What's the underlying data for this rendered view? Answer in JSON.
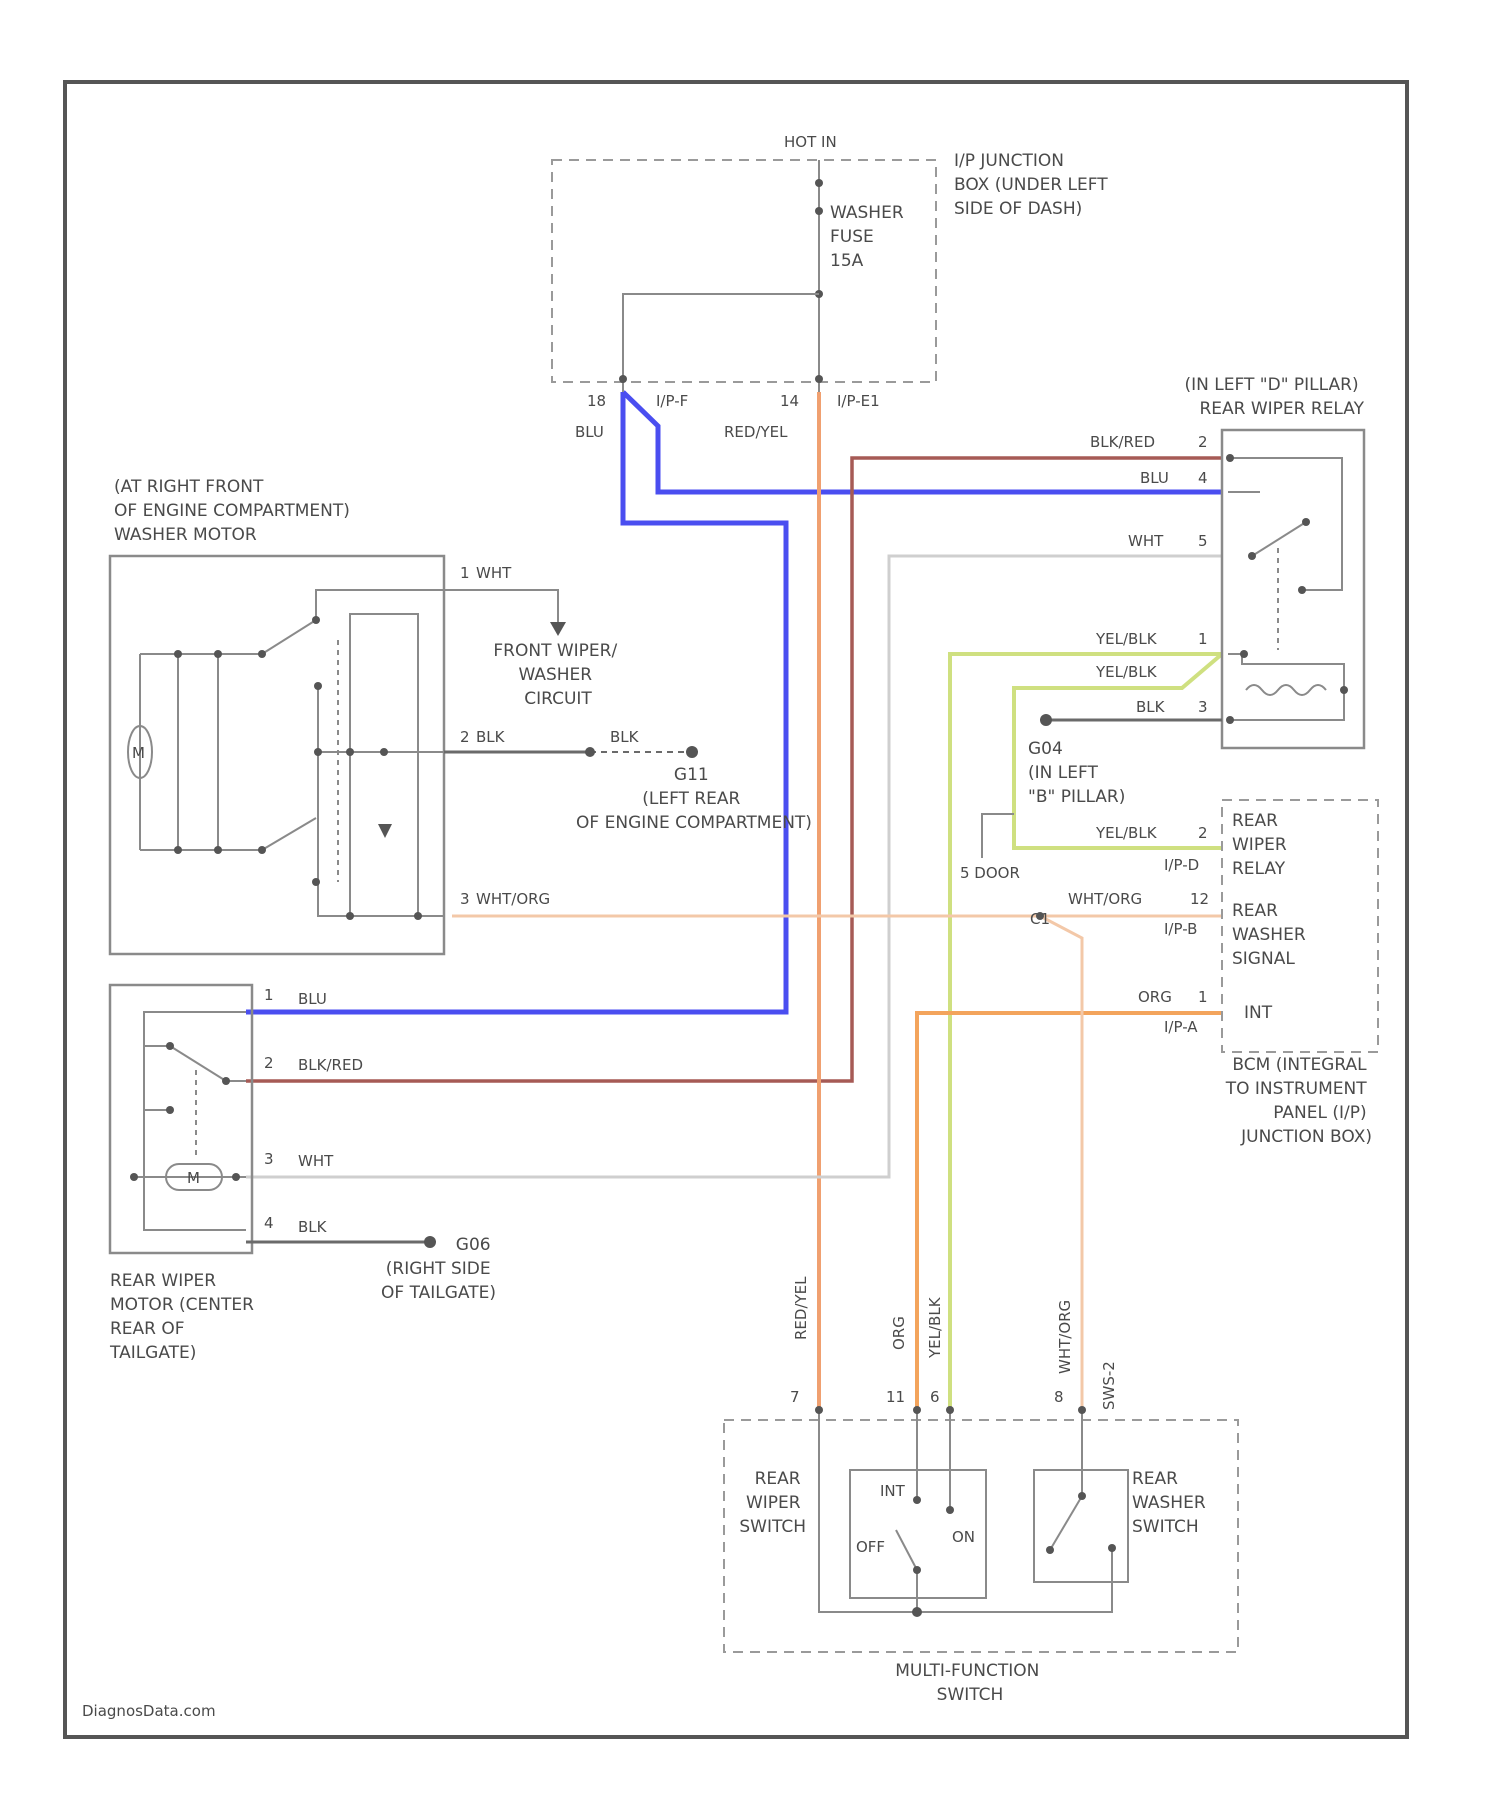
{
  "colors": {
    "blu": "#4a4ef0",
    "blk_red": "#a65a55",
    "red_yel": "#f0a070",
    "wht": "#cfcfcf",
    "yel_blk": "#cfe080",
    "org": "#f3a45c",
    "wht_org": "#f3c8a8",
    "blk": "#6a6a6a",
    "frame": "#555555"
  },
  "ip_junction_box": {
    "hot_in": "HOT IN",
    "title_lines": [
      "I/P JUNCTION",
      "BOX (UNDER LEFT",
      "SIDE OF DASH)"
    ],
    "fuse_lines": [
      "WASHER",
      "FUSE",
      "15A"
    ],
    "pins": [
      "18",
      "I/P-F",
      "14",
      "I/P-E1"
    ],
    "wires": [
      "BLU",
      "RED/YEL"
    ]
  },
  "rear_wiper_relay": {
    "title_lines": [
      "(IN LEFT \"D\" PILLAR)",
      "REAR WIPER RELAY"
    ],
    "pins": [
      {
        "wire": "BLK/RED",
        "pin": "2"
      },
      {
        "wire": "BLU",
        "pin": "4"
      },
      {
        "wire": "WHT",
        "pin": "5"
      },
      {
        "wire": "YEL/BLK",
        "pin": "1"
      },
      {
        "wire": "YEL/BLK",
        "pin": ""
      },
      {
        "wire": "BLK",
        "pin": "3"
      }
    ]
  },
  "ground_g04": {
    "lines": [
      "G04",
      "(IN LEFT",
      "\"B\" PILLAR)"
    ],
    "wire": "5 DOOR"
  },
  "washer_motor": {
    "title_lines": [
      "(AT RIGHT FRONT",
      "OF ENGINE COMPARTMENT)",
      "WASHER MOTOR"
    ],
    "pins": [
      {
        "pin": "1",
        "wire": "WHT"
      },
      {
        "pin": "2",
        "wire": "BLK"
      },
      {
        "pin": "3",
        "wire": "WHT/ORG"
      }
    ],
    "front_circuit_lines": [
      "FRONT WIPER/",
      "WASHER",
      "CIRCUIT"
    ],
    "ground_lines": [
      "G11",
      "(LEFT REAR",
      "OF ENGINE COMPARTMENT)"
    ],
    "ground_wire": "BLK",
    "motor_symbol": "M"
  },
  "bcm": {
    "items": [
      {
        "pin": "2",
        "wire": "YEL/BLK",
        "conn": "I/P-D",
        "lines": [
          "REAR",
          "WIPER",
          "RELAY"
        ]
      },
      {
        "pin": "12",
        "wire": "WHT/ORG",
        "conn": "I/P-B",
        "lines": [
          "REAR",
          "WASHER",
          "SIGNAL"
        ]
      },
      {
        "pin": "1",
        "wire": "ORG",
        "conn": "I/P-A",
        "lines": [
          "INT"
        ]
      }
    ],
    "splice": "C1",
    "title_lines": [
      "BCM (INTEGRAL",
      "TO INSTRUMENT",
      "PANEL (I/P)",
      "JUNCTION BOX)"
    ]
  },
  "rear_wiper_motor": {
    "pins": [
      {
        "pin": "1",
        "wire": "BLU"
      },
      {
        "pin": "2",
        "wire": "BLK/RED"
      },
      {
        "pin": "3",
        "wire": "WHT"
      },
      {
        "pin": "4",
        "wire": "BLK"
      }
    ],
    "motor_symbol": "M",
    "title_lines": [
      "REAR WIPER",
      "MOTOR (CENTER",
      "REAR OF",
      "TAILGATE)"
    ],
    "ground_lines": [
      "G06",
      "(RIGHT SIDE",
      "OF TAILGATE)"
    ]
  },
  "multi_function_switch": {
    "wires": [
      "RED/YEL",
      "ORG",
      "YEL/BLK",
      "WHT/ORG"
    ],
    "pins": [
      "7",
      "11",
      "6",
      "8",
      "SWS-2"
    ],
    "wiper_switch_lines": [
      "REAR",
      "WIPER",
      "SWITCH"
    ],
    "washer_switch_lines": [
      "REAR",
      "WASHER",
      "SWITCH"
    ],
    "positions": [
      "INT",
      "OFF",
      "ON"
    ],
    "title_lines": [
      "MULTI-FUNCTION",
      "SWITCH"
    ]
  },
  "footer": "DiagnosData.com"
}
